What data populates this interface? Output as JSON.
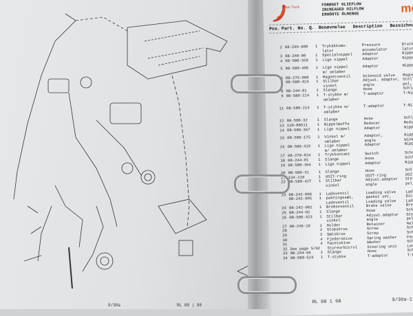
{
  "left_page": {
    "footer_page": "9/30a",
    "footer_rev": "RL 08 | 98"
  },
  "right_page": {
    "logo": "Dan Truck",
    "brand": "mod",
    "titles": [
      "FORØGET OLIEFLOW",
      "INCREASED OILFLOW",
      "ERHÖHTE ÖLMENGE"
    ],
    "columns": [
      "Pos.",
      "Part. No.",
      "Q.",
      "Benævnelse",
      "Description",
      "Bezeichnung"
    ],
    "rows": [
      {
        "pos": "2",
        "part": "08-266-000",
        "qty": "1",
        "name": "Trykakkumu-",
        "desc": "Pressure",
        "bez": "Druck Akkumu-",
        "gap": true
      },
      {
        "pos": "",
        "part": "",
        "qty": "",
        "name": "lator",
        "desc": "accumulator",
        "bez": "lator"
      },
      {
        "pos": "3",
        "part": "08-240-00",
        "qty": "1",
        "name": "Specialnippel",
        "desc": "Adaptor",
        "bez": "Nippel"
      },
      {
        "pos": "4",
        "part": "08-580-359",
        "qty": "1",
        "name": "Lige nippel",
        "desc": "Adaptor",
        "bez": "Nippel"
      },
      {
        "pos": "5",
        "part": "08-580-406",
        "qty": "1",
        "name": "Lige nippel",
        "desc": "Adaptor",
        "bez": "Nippel",
        "gap": true
      },
      {
        "pos": "",
        "part": "",
        "qty": "",
        "name": "m/ omløber",
        "desc": "",
        "bez": ""
      },
      {
        "pos": "6",
        "part": "08-275-000",
        "qty": "1",
        "name": "Magnetventil",
        "desc": "Solenoid valve",
        "bez": "Magnetventil"
      },
      {
        "pos": "7",
        "part": "08-580-424",
        "qty": "1",
        "name": "Stilbar",
        "desc": "Adjust. Adaptor,",
        "bez": "Stellbar Nip-"
      },
      {
        "pos": "",
        "part": "",
        "qty": "",
        "name": "vinkel",
        "desc": "angle",
        "bez": "pel, Winkel"
      },
      {
        "pos": "8",
        "part": "08-244-01",
        "qty": "1",
        "name": "Slange",
        "desc": "Hose",
        "bez": "Schlauch"
      },
      {
        "pos": "9",
        "part": "08-580-214",
        "qty": "1",
        "name": "T-stykke m/",
        "desc": "T-adaptor",
        "bez": "T-Nippel"
      },
      {
        "pos": "",
        "part": "",
        "qty": "",
        "name": "omløber",
        "desc": "",
        "bez": ""
      },
      {
        "pos": "11",
        "part": "08-580-214",
        "qty": "1",
        "name": "T-stykke m/",
        "desc": "T-adaptor",
        "bez": "T-Nippel",
        "gap": true
      },
      {
        "pos": "",
        "part": "",
        "qty": "",
        "name": "omløber",
        "desc": "",
        "bez": ""
      },
      {
        "pos": "12",
        "part": "08-580-32",
        "qty": "1",
        "name": "Slange",
        "desc": "Hose",
        "bez": "Schlauch",
        "gap": true
      },
      {
        "pos": "13",
        "part": "110-88511",
        "qty": "1",
        "name": "Nippelmuffe",
        "desc": "Reducer",
        "bez": "Reduktion"
      },
      {
        "pos": "14",
        "part": "08-580-367",
        "qty": "1",
        "name": "Lige nippel",
        "desc": "Adaptor",
        "bez": "Nippel"
      },
      {
        "pos": "15",
        "part": "08-580-175",
        "qty": "1",
        "name": "Vinkel m/",
        "desc": "Adaptor,",
        "bez": "Nippel,",
        "gap": true
      },
      {
        "pos": "",
        "part": "",
        "qty": "",
        "name": "omløber",
        "desc": "angle",
        "bez": "Winkel"
      },
      {
        "pos": "16",
        "part": "08-580-419",
        "qty": "1",
        "name": "Lige nippel",
        "desc": "Adaptor",
        "bez": "Nippel"
      },
      {
        "pos": "",
        "part": "",
        "qty": "",
        "name": "m/ omløber",
        "desc": "",
        "bez": ""
      },
      {
        "pos": "17",
        "part": "08-270-024",
        "qty": "1",
        "name": "Trykkontakt",
        "desc": "Switch",
        "bez": "Schalter"
      },
      {
        "pos": "18",
        "part": "08-244-01",
        "qty": "1",
        "name": "Slange",
        "desc": "Hose",
        "bez": "Schlauch"
      },
      {
        "pos": "19",
        "part": "08-580-364",
        "qty": "1",
        "name": "Lige nippel",
        "desc": "Adaptor",
        "bez": "Nippel"
      },
      {
        "pos": "20",
        "part": "08-580-31",
        "qty": "1",
        "name": "Slange",
        "desc": "Hose",
        "bez": "Schlauch",
        "gap": true
      },
      {
        "pos": "21",
        "part": "134-110",
        "qty": "1",
        "name": "USIT-ring",
        "desc": "USIT-ring",
        "bez": "USIT-Ring"
      },
      {
        "pos": "22",
        "part": "08-580-427",
        "qty": "1",
        "name": "Stilbar",
        "desc": "Adjust.adaptor",
        "bez": "Stellbar Nip-"
      },
      {
        "pos": "",
        "part": "",
        "qty": "",
        "name": "vinkel",
        "desc": "angle",
        "bez": "pel, Winkel"
      },
      {
        "pos": "23",
        "part": "08-242-000",
        "qty": "1",
        "name": "Ladeventil",
        "desc": "Loading valve",
        "bez": "Ladeventil",
        "gap": true
      },
      {
        "pos": "",
        "part": "08-242-905",
        "qty": "1",
        "name": "pakningssæt,",
        "desc": "gasket set,",
        "bez": "Dichtung,"
      },
      {
        "pos": "",
        "part": "",
        "qty": "",
        "name": "Ladeventil",
        "desc": "Loading valve",
        "bez": "Ladeventil"
      },
      {
        "pos": "24",
        "part": "08-242-002",
        "qty": "1",
        "name": "Bremseventil",
        "desc": "Brake valve",
        "bez": "Bremsventil"
      },
      {
        "pos": "25",
        "part": "08-244-02",
        "qty": "1",
        "name": "Slange",
        "desc": "Hose",
        "bez": "Schlauch"
      },
      {
        "pos": "26",
        "part": "08-580-423",
        "qty": "1",
        "name": "Stilbar",
        "desc": "Adjust.adaptor",
        "bez": "Stellbar Nip-"
      },
      {
        "pos": "",
        "part": "",
        "qty": "",
        "name": "vinkel",
        "desc": "angle",
        "bez": "pel, Winkel"
      },
      {
        "pos": "27",
        "part": "08-246-10",
        "qty": "1",
        "name": "Holder",
        "desc": "Retainer",
        "bez": "Halter"
      },
      {
        "pos": "28",
        "part": "",
        "qty": "2",
        "name": "Stopskrue",
        "desc": "Screw",
        "bez": "Schraube"
      },
      {
        "pos": "29",
        "part": "",
        "qty": "2",
        "name": "Sætskrue",
        "desc": "Screw",
        "bez": "Schraube"
      },
      {
        "pos": "30",
        "part": "",
        "qty": "4",
        "name": "Fjederskive",
        "desc": "Spring washer",
        "bez": "Federring"
      },
      {
        "pos": "31",
        "part": "",
        "qty": "4",
        "name": "Facetskive",
        "desc": "Washer",
        "bez": "Scheibe"
      },
      {
        "pos": "32",
        "part": "See page 5/02",
        "qty": "",
        "name": "Styreorbitrol",
        "desc": "Steering unit",
        "bez": "Lenkeinheit"
      },
      {
        "pos": "33",
        "part": "08-244-04",
        "qty": "1",
        "name": "Slange",
        "desc": "Hose",
        "bez": "Schlauch"
      },
      {
        "pos": "34",
        "part": "08-580-524",
        "qty": "1",
        "name": "T-stykke",
        "desc": "T-adaptor",
        "bez": "T-Nippel"
      }
    ],
    "footer_rev": "RL 08 1 98",
    "footer_page": "9/30a-1"
  },
  "colors": {
    "brand": "#e8601c",
    "logo": "#c0392b",
    "paper": "#eeeff0"
  }
}
